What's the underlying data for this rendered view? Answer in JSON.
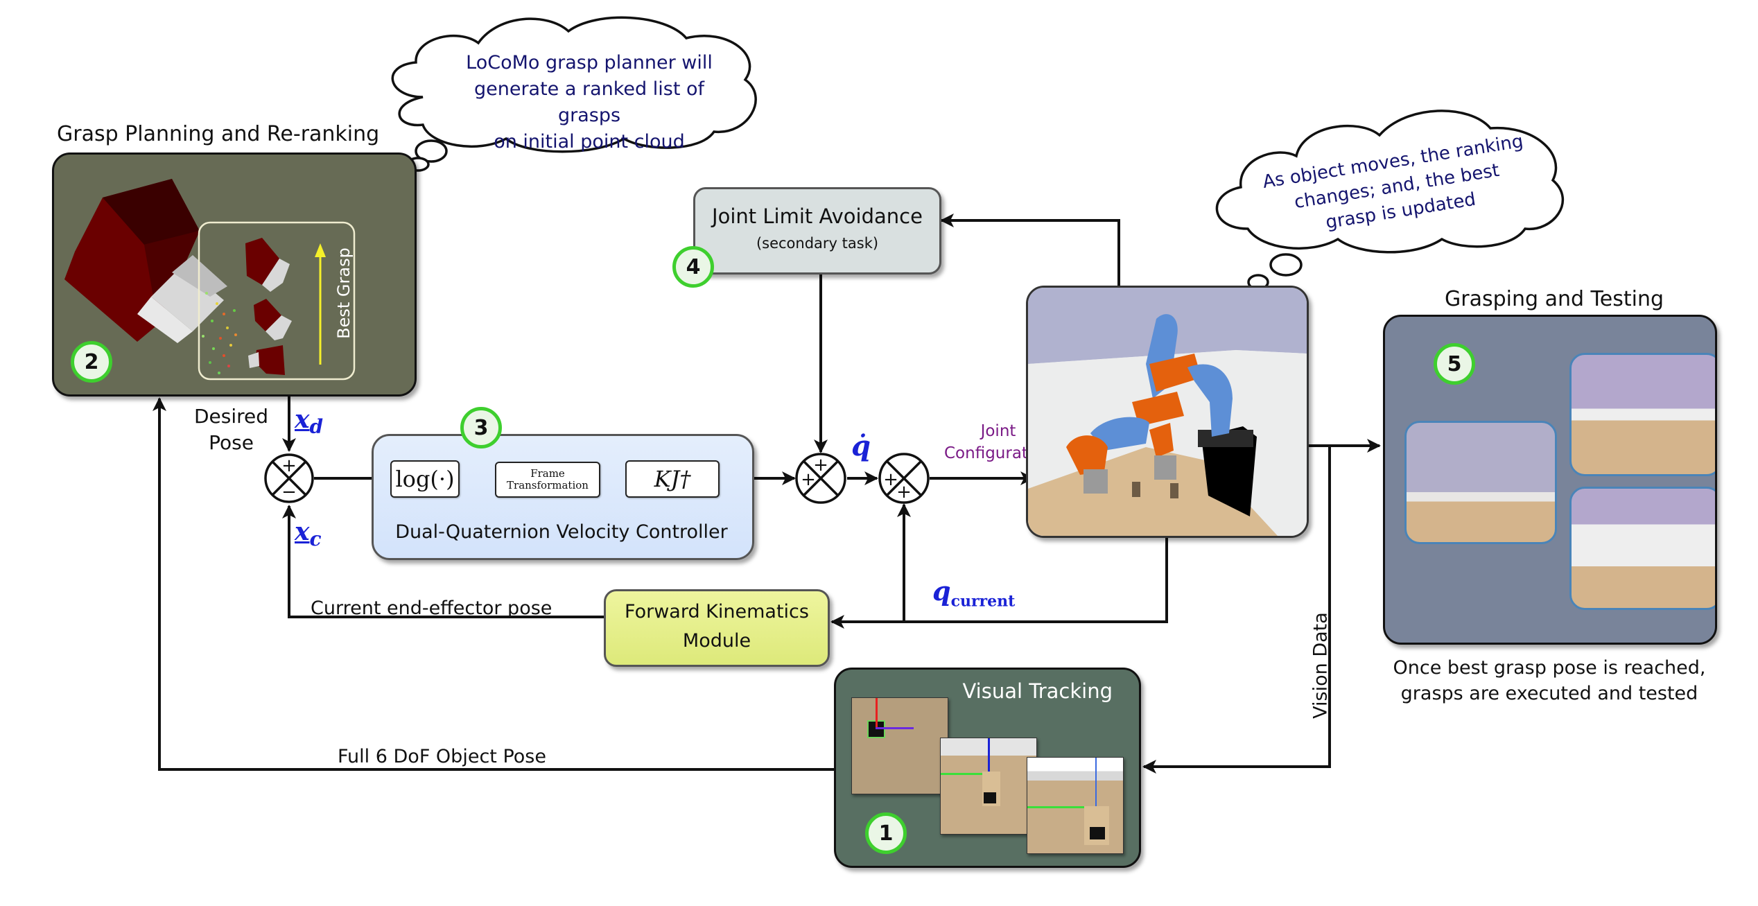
{
  "diagram": {
    "grasp_planning": {
      "title": "Grasp Planning and Re-ranking",
      "badge": "2",
      "ranking_label": "Best Grasp",
      "thought": [
        "LoCoMo grasp planner will",
        "generate a ranked list of grasps",
        "on initial point cloud"
      ]
    },
    "controller": {
      "badge": "3",
      "title": "Dual-Quaternion Velocity Controller",
      "log_block": "log(·)",
      "frame_block": [
        "Frame",
        "Transformation"
      ],
      "gain_block": "KJ†"
    },
    "joint_limit": {
      "badge": "4",
      "title": "Joint Limit Avoidance",
      "subtitle": "(secondary task)"
    },
    "robot": {
      "thought": [
        "As object moves, the ranking",
        "changes; and, the best",
        "grasp is updated"
      ],
      "input_label": [
        "Joint",
        "Configuration"
      ]
    },
    "grasping_testing": {
      "title": "Grasping and Testing",
      "badge": "5",
      "caption": [
        "Once best grasp pose is reached,",
        "grasps are executed and tested"
      ]
    },
    "visual_tracking": {
      "title": "Visual Tracking",
      "badge": "1"
    },
    "forward_kinematics": {
      "title": [
        "Forward Kinematics",
        "Module"
      ]
    },
    "signals": {
      "desired_pose": [
        "Desired",
        "Pose"
      ],
      "x_d": "x",
      "x_d_sub": "d",
      "x_c": "x",
      "x_c_sub": "c",
      "q_dot": "q̇",
      "q_current": "q",
      "q_current_sub": "current",
      "current_ee_pose": "Current end-effector pose",
      "full_6dof": "Full 6 DoF Object Pose",
      "vision_data": "Vision Data"
    },
    "junctions": {
      "sum1": {
        "top": "+",
        "bottom": "−"
      },
      "sum2": {
        "top": "+",
        "left": "+"
      },
      "sum3": {
        "left": "+",
        "bottom": "+"
      }
    },
    "colors": {
      "grasp_panel": "#676b55",
      "controller_panel": "#dbe8fb",
      "joint_limit_panel": "#d9e0e0",
      "fk_panel": "#e3ee8a",
      "visual_tracking_panel": "#586f62",
      "grasp_test_panel": "#79849a",
      "badge_ring": "#3ecf2e",
      "math_blue": "#1a22d6",
      "joint_config_purple": "#7a1a86",
      "thought_text": "#14146e"
    }
  }
}
